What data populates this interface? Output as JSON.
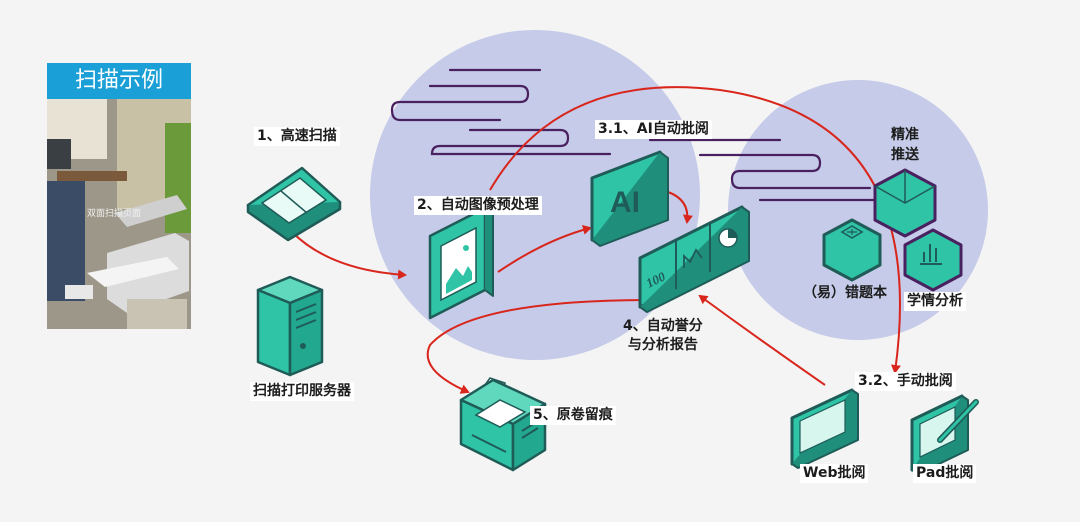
{
  "photo": {
    "title": "扫描示例",
    "caption": "双面扫描页面"
  },
  "steps": {
    "scan": "1、高速扫描",
    "preprocess": "2、自动图像预处理",
    "ai_review": "3.1、AI自动批阅",
    "manual_review": "3.2、手动批阅",
    "scoring_line1": "4、自动誉分",
    "scoring_line2": "与分析报告",
    "original": "5、原卷留痕"
  },
  "nodes": {
    "server": "扫描打印服务器",
    "push_line1": "精准",
    "push_line2": "推送",
    "error_book": "（易）错题本",
    "analysis": "学情分析",
    "web": "Web批阅",
    "pad": "Pad批阅",
    "ai_text": "AI",
    "score_text": "100"
  },
  "colors": {
    "teal": "#2fc4a6",
    "teal_dark": "#1f5b57",
    "circle": "#c5cbe8",
    "arrow": "#d9261c",
    "purple": "#4a2160",
    "photo_header": "#1aa0d6"
  }
}
